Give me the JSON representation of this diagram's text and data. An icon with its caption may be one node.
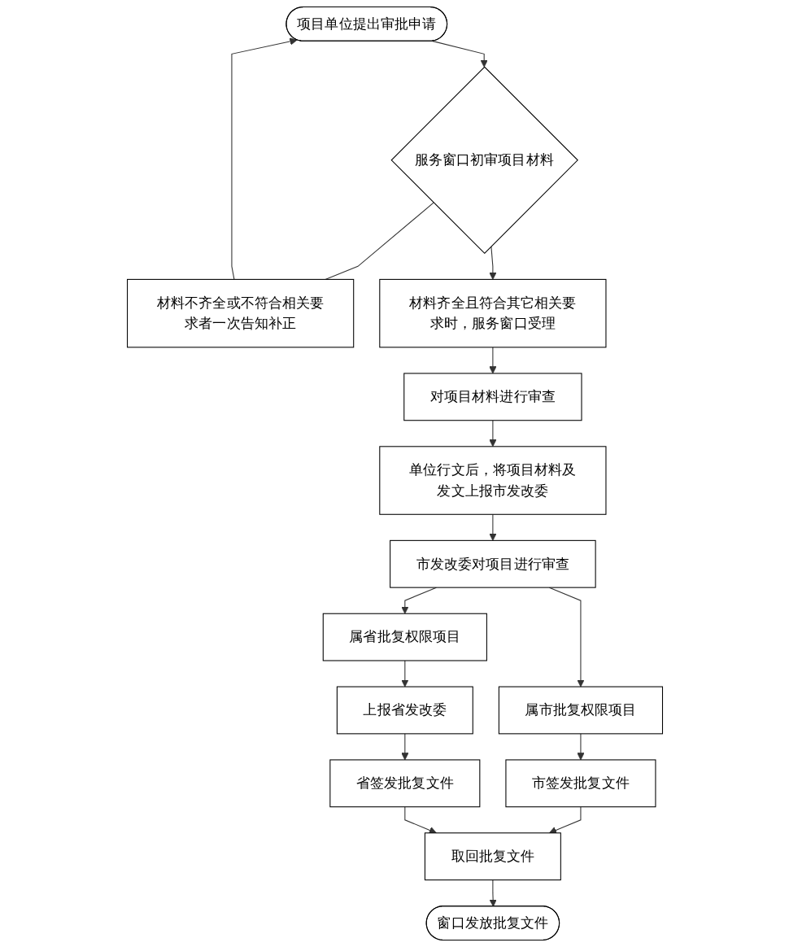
{
  "diagram": {
    "nodes": [
      {
        "text": [
          "项目单位提出审批申请"
        ]
      },
      {
        "text": [
          "服务窗口初审项目材料"
        ]
      },
      {
        "text": [
          "材料不齐全或不符合相关要求者一次告知补正"
        ]
      },
      {
        "text": [
          "材料齐全且符合其它相关要求时，服务窗口受理"
        ]
      },
      {
        "text": [
          "对项目材料进行审查"
        ]
      },
      {
        "text": [
          "单位行文后，将项目材料及发文上报市发改委"
        ]
      },
      {
        "text": [
          "市发改委对项目进行审查"
        ]
      },
      {
        "text": [
          "属市批复权限项目"
        ]
      },
      {
        "text": [
          "属省批复权限项目"
        ]
      },
      {
        "text": [
          "市签发批复文件"
        ]
      },
      {
        "text": [
          "上报省发改委"
        ]
      },
      {
        "text": [
          "省签发批复文件"
        ]
      },
      {
        "text": [
          "取回批复文件"
        ]
      },
      {
        "text": [
          "窗口发放批复文件"
        ]
      }
    ],
    "edges": [
      {
        "from": 0,
        "to": 1,
        "arrow": "to"
      },
      {
        "from": 1,
        "to": 2,
        "arrow": "none"
      },
      {
        "from": 2,
        "to": 0,
        "arrow": "to"
      },
      {
        "from": 1,
        "to": 3,
        "arrow": "to"
      },
      {
        "from": 3,
        "to": 4,
        "arrow": "to"
      },
      {
        "from": 4,
        "to": 5,
        "arrow": "to"
      },
      {
        "from": 5,
        "to": 6,
        "arrow": "to"
      },
      {
        "from": 6,
        "to": 7,
        "arrow": "to"
      },
      {
        "from": 6,
        "to": 8,
        "arrow": "to"
      },
      {
        "from": 7,
        "to": 9,
        "arrow": "to"
      },
      {
        "from": 8,
        "to": 10,
        "arrow": "to"
      },
      {
        "from": 10,
        "to": 11,
        "arrow": "to"
      },
      {
        "from": 9,
        "to": 12,
        "arrow": "to"
      },
      {
        "from": 11,
        "to": 12,
        "arrow": "to"
      },
      {
        "from": 12,
        "to": 13,
        "arrow": "to"
      }
    ]
  }
}
